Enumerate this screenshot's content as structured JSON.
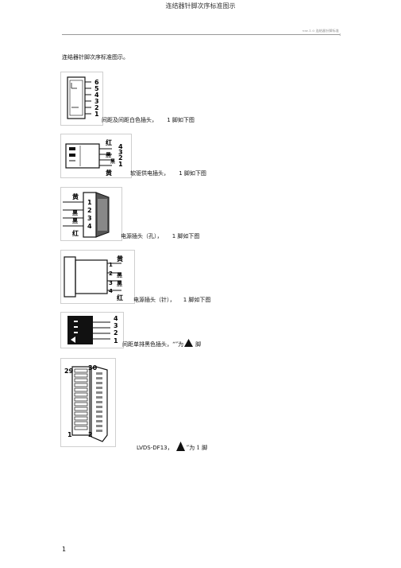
{
  "doc_title": "连结器针脚次序标准图示",
  "header": {
    "right_text": "ver.1.0        连结器针脚标准",
    "tick": "1"
  },
  "intro": "连结器针脚次序标准图示。",
  "figures": [
    {
      "labels": [
        "6",
        "5",
        "4",
        "3",
        "2",
        "1"
      ],
      "caption": "间距及间距白色插头，",
      "pin_note": "1 脚如下图"
    },
    {
      "labels": [
        "红",
        "4",
        "3",
        "黑",
        "2",
        "黑",
        "1",
        "黄"
      ],
      "caption": "软驱供电插头，",
      "pin_note": "1 脚如下图"
    },
    {
      "labels": [
        "黄",
        "1",
        "2",
        "黑",
        "3",
        "黑",
        "4",
        "红"
      ],
      "caption": "电源插头（孔），",
      "pin_note": "1 脚如下图"
    },
    {
      "labels": [
        "1",
        "黄",
        "2",
        "黑",
        "3",
        "黑",
        "4",
        "红"
      ],
      "caption": "电源插头（针），",
      "pin_note": "1 脚如下图"
    },
    {
      "labels": [
        "4",
        "3",
        "2",
        "1"
      ],
      "caption": "间距单排黑色插头，“”为",
      "pin_note": "脚"
    },
    {
      "labels": [
        "29",
        "30",
        "1",
        "2"
      ],
      "caption_prefix": "LVDS-DF13，",
      "caption_suffix": "”为 1 脚"
    }
  ],
  "page_number": "1",
  "colors": {
    "ink": "#111111",
    "figure_border": "#cfcfcf",
    "rule": "#999999"
  }
}
